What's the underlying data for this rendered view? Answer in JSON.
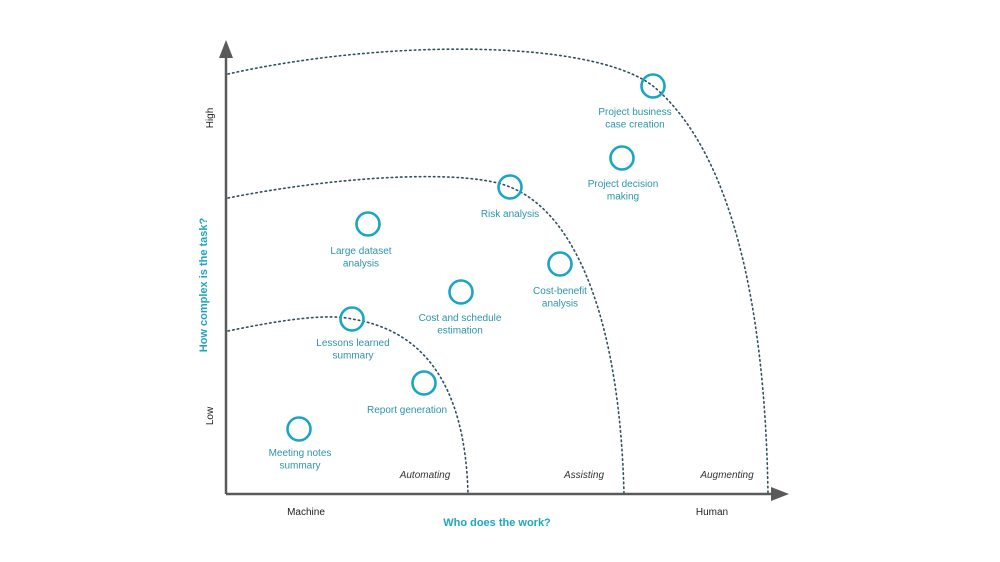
{
  "axes": {
    "x_title": "Who does the work?",
    "x_low": "Machine",
    "x_high": "Human",
    "y_title": "How complex is the task?",
    "y_low": "Low",
    "y_high": "High"
  },
  "zones": [
    "Automating",
    "Assisting",
    "Augmenting"
  ],
  "tasks": [
    {
      "lines": [
        "Project business",
        "case creation"
      ]
    },
    {
      "lines": [
        "Project decision",
        "making"
      ]
    },
    {
      "lines": [
        "Risk analysis"
      ]
    },
    {
      "lines": [
        "Large dataset",
        "analysis"
      ]
    },
    {
      "lines": [
        "Cost-benefit",
        "analysis"
      ]
    },
    {
      "lines": [
        "Cost and schedule",
        "estimation"
      ]
    },
    {
      "lines": [
        "Lessons learned",
        "summary"
      ]
    },
    {
      "lines": [
        "Report generation"
      ]
    },
    {
      "lines": [
        "Meeting notes",
        "summary"
      ]
    }
  ],
  "colors": {
    "accent": "#18a6c4",
    "label": "#2b95a8",
    "axis": "#555555"
  }
}
